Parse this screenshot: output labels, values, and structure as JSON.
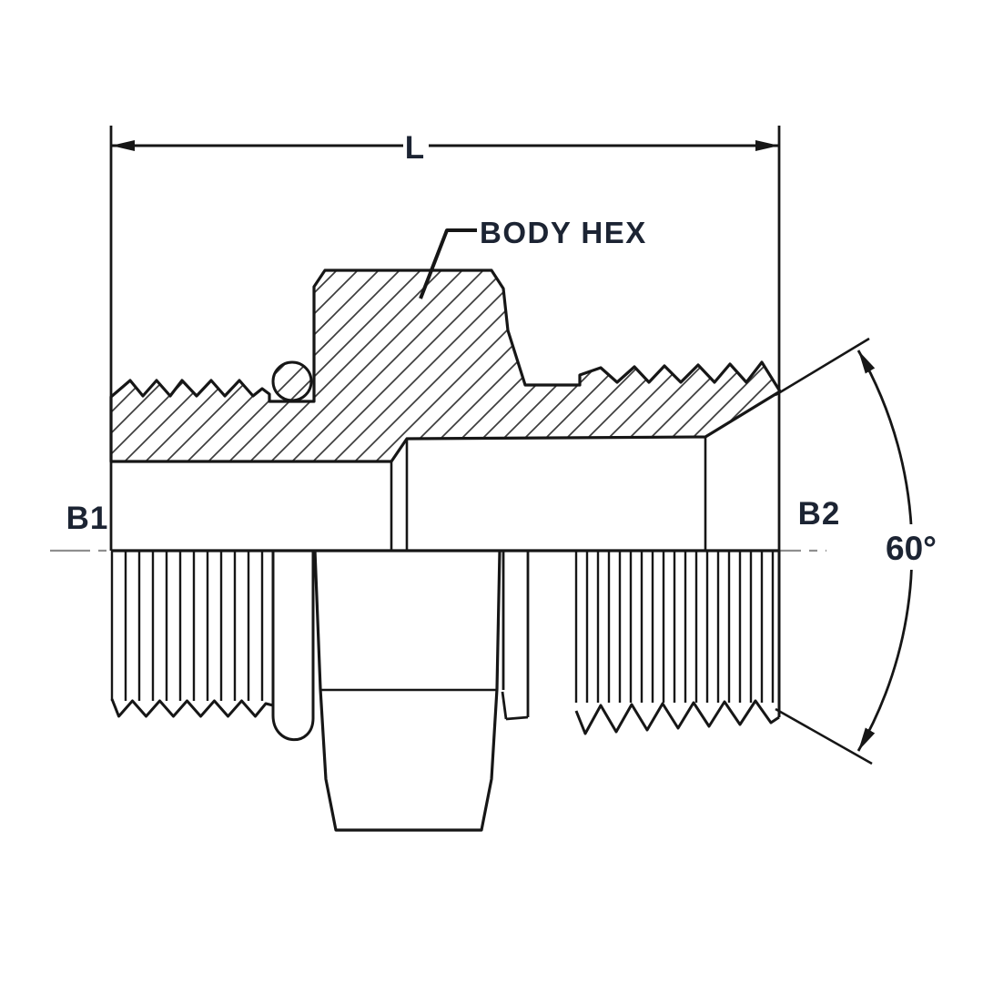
{
  "drawing": {
    "dimension_label": "L",
    "body_hex_label": "BODY HEX",
    "left_port_label": "B1",
    "right_port_label": "B2",
    "seat_angle_label": "60°"
  },
  "colors": {
    "background": "#ffffff",
    "line": "#161616",
    "hatch": "#3d3d3d",
    "centerline": "#8f8f8f",
    "label_text": "#1c2433"
  }
}
